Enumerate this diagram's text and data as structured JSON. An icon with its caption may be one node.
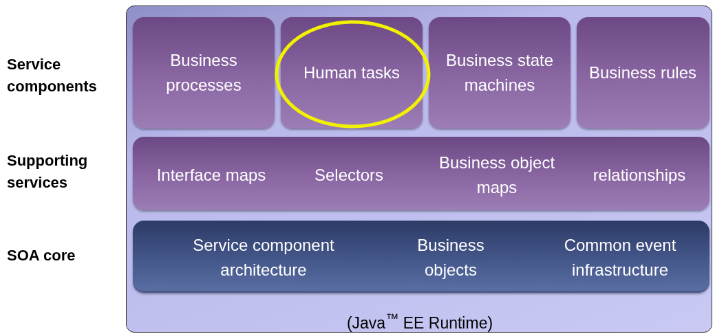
{
  "diagram": {
    "nodes": [
      {
        "text": [
          "(Java$^{™}$ EE Runtime)"
        ]
      },
      {
        "text": [
          "Business processes"
        ],
        "in": 0
      },
      {
        "text": [
          "Human tasks"
        ],
        "in": 0
      },
      {
        "text": [],
        "shape": "circle",
        "in": 0
      },
      {
        "text": [
          "Business state machines"
        ],
        "in": 0
      },
      {
        "text": [
          "Business rules"
        ],
        "in": 0
      },
      {
        "text": [
          "Interface maps",
          "Selectors",
          "Business object maps",
          "relationships"
        ],
        "in": 0
      },
      {
        "text": [
          "Service component architecture",
          "Business objects",
          "Common event infrastructure"
        ],
        "in": 0
      }
    ],
    "labels": [
      "Service components",
      "Supporting services",
      "SOA core"
    ]
  }
}
